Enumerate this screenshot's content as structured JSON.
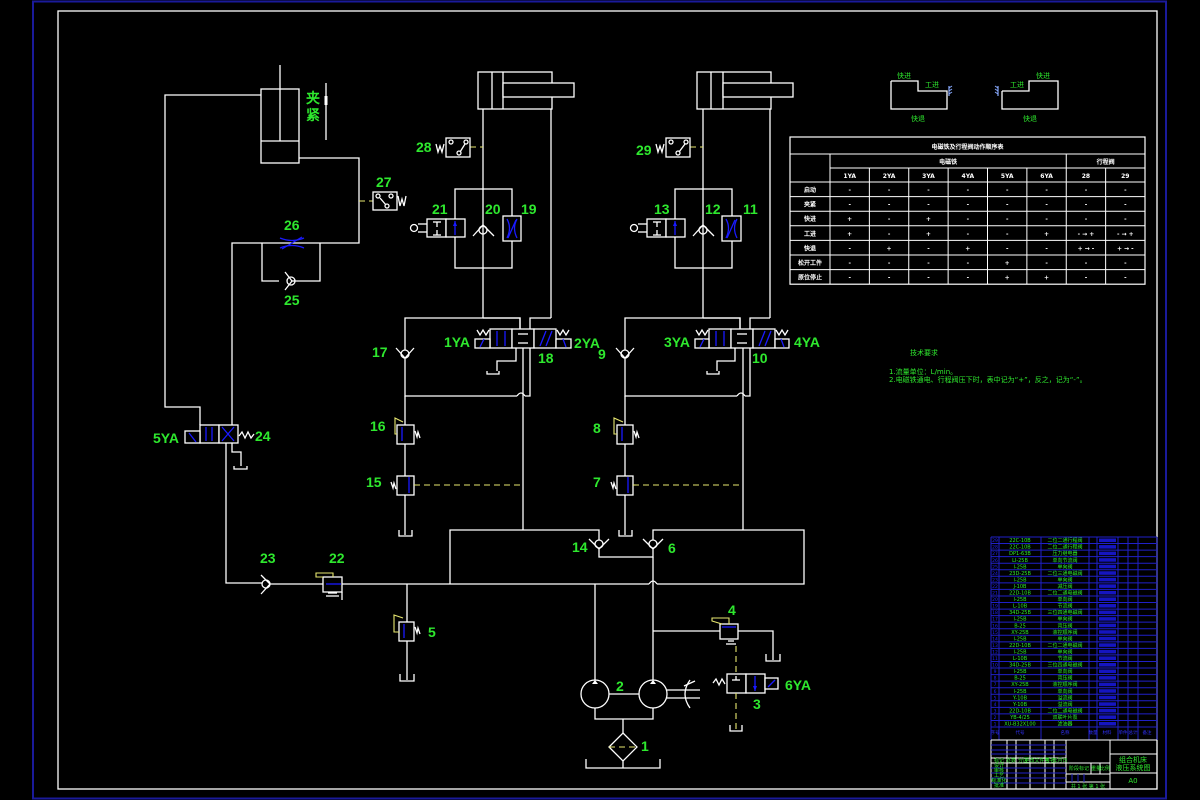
{
  "drawing": {
    "clamp_label_1": "夹",
    "clamp_label_2": "紧",
    "components": {
      "c1": "1",
      "c2": "2",
      "c3": "3",
      "c4": "4",
      "c5": "5",
      "c6": "6",
      "c7": "7",
      "c8": "8",
      "c9": "9",
      "c10": "10",
      "c11": "11",
      "c12": "12",
      "c13": "13",
      "c14": "14",
      "c15": "15",
      "c16": "16",
      "c17": "17",
      "c18": "18",
      "c19": "19",
      "c20": "20",
      "c21": "21",
      "c22": "22",
      "c23": "23",
      "c24": "24",
      "c25": "25",
      "c26": "26",
      "c27": "27",
      "c28": "28",
      "c29": "29"
    },
    "solenoids": {
      "s1": "1YA",
      "s2": "2YA",
      "s3": "3YA",
      "s4": "4YA",
      "s5": "5YA",
      "s6": "6YA"
    }
  },
  "cycle_diagram": {
    "left": {
      "fast_feed": "快进",
      "work_feed": "工进",
      "fast_return": "快退"
    },
    "right": {
      "fast_feed": "快进",
      "work_feed": "工进",
      "fast_return": "快退"
    }
  },
  "sequence_table": {
    "title": "电磁铁及行程阀动作顺序表",
    "group_solenoid": "电磁铁",
    "group_valve": "行程阀",
    "columns": [
      "1YA",
      "2YA",
      "3YA",
      "4YA",
      "5YA",
      "6YA",
      "28",
      "29"
    ],
    "rows": [
      {
        "action": "启动",
        "cells": [
          "-",
          "-",
          "-",
          "-",
          "-",
          "-",
          "-",
          "-"
        ]
      },
      {
        "action": "夹紧",
        "cells": [
          "-",
          "-",
          "-",
          "-",
          "-",
          "-",
          "-",
          "-"
        ]
      },
      {
        "action": "快进",
        "cells": [
          "+",
          "-",
          "+",
          "-",
          "-",
          "-",
          "-",
          "-"
        ]
      },
      {
        "action": "工进",
        "cells": [
          "+",
          "-",
          "+",
          "-",
          "-",
          "+",
          "- → +",
          "- → +"
        ]
      },
      {
        "action": "快退",
        "cells": [
          "-",
          "+",
          "-",
          "+",
          "-",
          "-",
          "+ → -",
          "+ → -"
        ]
      },
      {
        "action": "松开工件",
        "cells": [
          "-",
          "-",
          "-",
          "-",
          "+",
          "-",
          "-",
          "-"
        ]
      },
      {
        "action": "原位停止",
        "cells": [
          "-",
          "-",
          "-",
          "-",
          "+",
          "+",
          "-",
          "-"
        ]
      }
    ]
  },
  "tech_requirements": {
    "title": "技术要求",
    "line1": "1.流量单位：L/min。",
    "line2": "2.电磁铁通电、行程阀压下时，表中记为“+”，反之，记为“-”。"
  },
  "parts_list": {
    "rows": [
      {
        "no": "29",
        "code": "22C-10B",
        "name": "二位二通行程阀"
      },
      {
        "no": "28",
        "code": "22C-10B",
        "name": "二位二通行程阀"
      },
      {
        "no": "27",
        "code": "DP1-63B",
        "name": "压力继电器"
      },
      {
        "no": "26",
        "code": "LI-25B",
        "name": "单向节流阀"
      },
      {
        "no": "25",
        "code": "I-25B",
        "name": "单向阀"
      },
      {
        "no": "24",
        "code": "23D-25B",
        "name": "二位三通电磁阀"
      },
      {
        "no": "23",
        "code": "I-25B",
        "name": "单向阀"
      },
      {
        "no": "22",
        "code": "J-10B",
        "name": "减压阀"
      },
      {
        "no": "21",
        "code": "22D-10B",
        "name": "二位二通电磁阀"
      },
      {
        "no": "20",
        "code": "I-25B",
        "name": "单向阀"
      },
      {
        "no": "19",
        "code": "L-10B",
        "name": "节流阀"
      },
      {
        "no": "18",
        "code": "34D-25B",
        "name": "三位四通电磁阀"
      },
      {
        "no": "17",
        "code": "I-25B",
        "name": "单向阀"
      },
      {
        "no": "16",
        "code": "B-25",
        "name": "背压阀"
      },
      {
        "no": "15",
        "code": "XY-25B",
        "name": "液控顺序阀"
      },
      {
        "no": "14",
        "code": "I-25B",
        "name": "单向阀"
      },
      {
        "no": "13",
        "code": "22D-10B",
        "name": "二位二通电磁阀"
      },
      {
        "no": "12",
        "code": "I-25B",
        "name": "单向阀"
      },
      {
        "no": "11",
        "code": "L-10B",
        "name": "节流阀"
      },
      {
        "no": "10",
        "code": "34D-25B",
        "name": "三位四通电磁阀"
      },
      {
        "no": "9",
        "code": "I-25B",
        "name": "单向阀"
      },
      {
        "no": "8",
        "code": "B-25",
        "name": "背压阀"
      },
      {
        "no": "7",
        "code": "XY-25B",
        "name": "液控顺序阀"
      },
      {
        "no": "6",
        "code": "I-25B",
        "name": "单向阀"
      },
      {
        "no": "5",
        "code": "Y-10B",
        "name": "溢流阀"
      },
      {
        "no": "4",
        "code": "Y-10B",
        "name": "溢流阀"
      },
      {
        "no": "3",
        "code": "22D-10B",
        "name": "二位二通电磁阀"
      },
      {
        "no": "2",
        "code": "YB-4/25",
        "name": "双联叶片泵"
      },
      {
        "no": "1",
        "code": "XU-B32X100",
        "name": "滤油器"
      }
    ],
    "header": {
      "no": "序号",
      "code": "代号",
      "name": "名称",
      "qty": "数量",
      "material": "材料",
      "w1": "单件",
      "w2": "总计",
      "note": "备注"
    }
  },
  "title_block": {
    "drawing_title_1": "组合机床",
    "drawing_title_2": "液压系统图",
    "sheet_size": "A0",
    "sheet_info": "共 1 张 第 1 张",
    "labels": [
      "标记",
      "处数",
      "分区",
      "更改文件号",
      "签名",
      "年月日",
      "设计",
      "审核",
      "工艺",
      "标准化",
      "批准",
      "阶段标记",
      "重量",
      "比例"
    ]
  }
}
